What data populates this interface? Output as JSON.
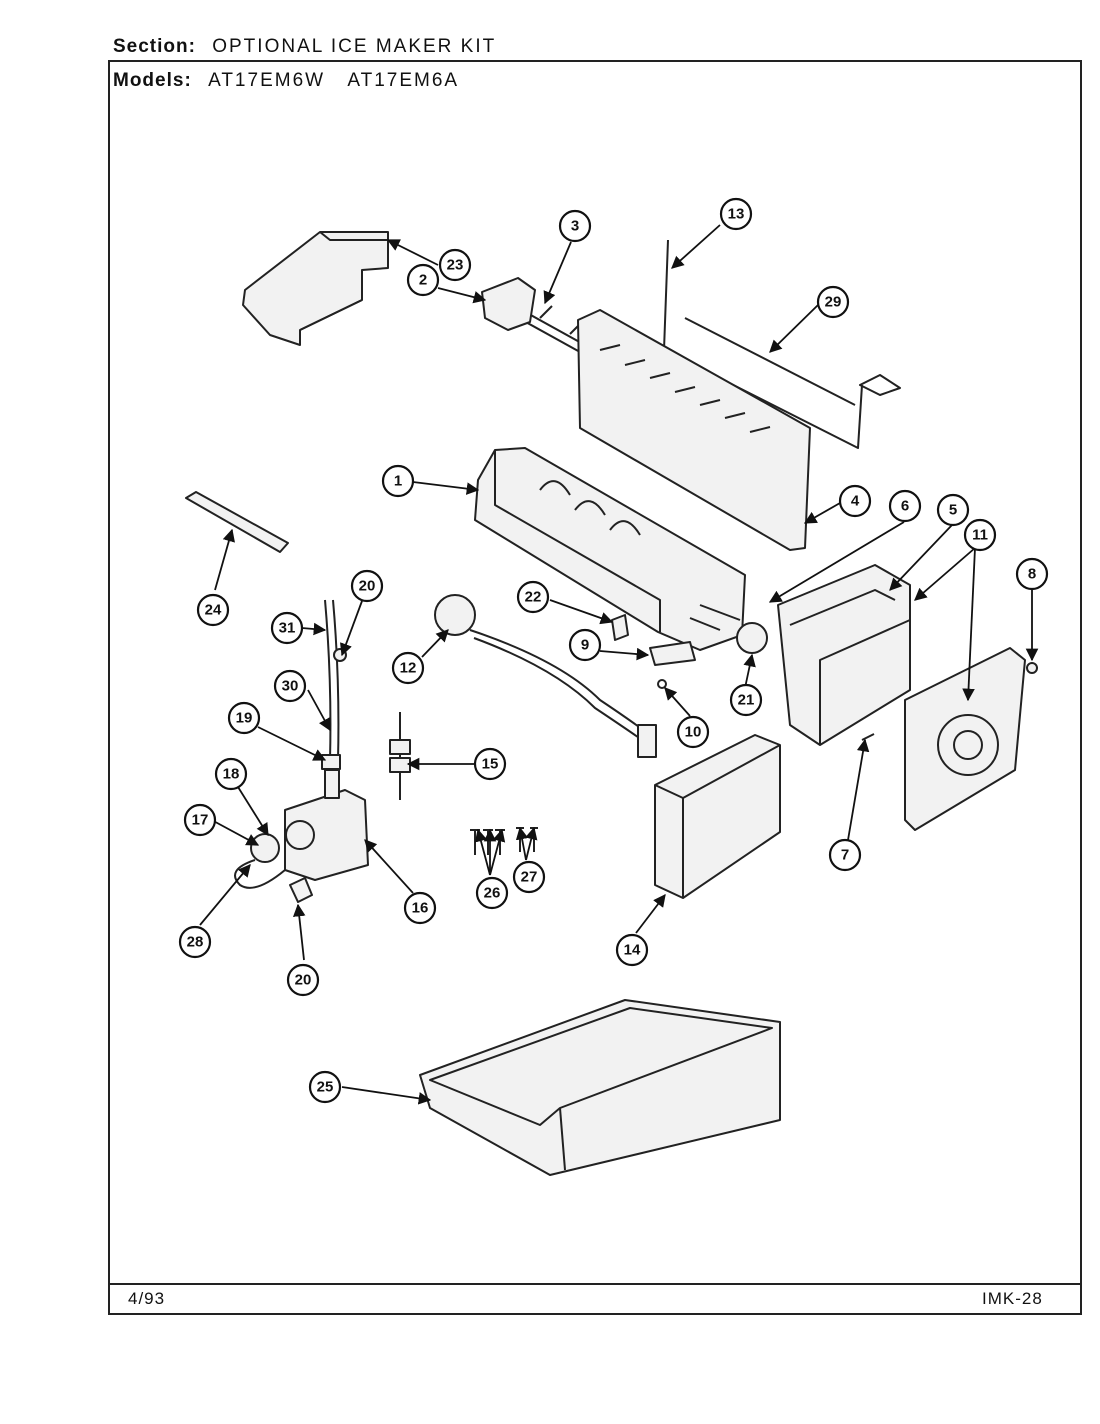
{
  "header": {
    "section_label": "Section:",
    "section_value": "OPTIONAL ICE MAKER KIT",
    "models_label": "Models:",
    "model_1": "AT17EM6W",
    "model_2": "AT17EM6A"
  },
  "footer": {
    "date": "4/93",
    "page_code": "IMK-28"
  },
  "callouts": [
    "1",
    "2",
    "3",
    "4",
    "5",
    "6",
    "7",
    "8",
    "9",
    "10",
    "11",
    "12",
    "13",
    "14",
    "15",
    "16",
    "17",
    "18",
    "19",
    "20",
    "21",
    "22",
    "23",
    "24",
    "25",
    "26",
    "27",
    "28",
    "29",
    "30",
    "31"
  ]
}
